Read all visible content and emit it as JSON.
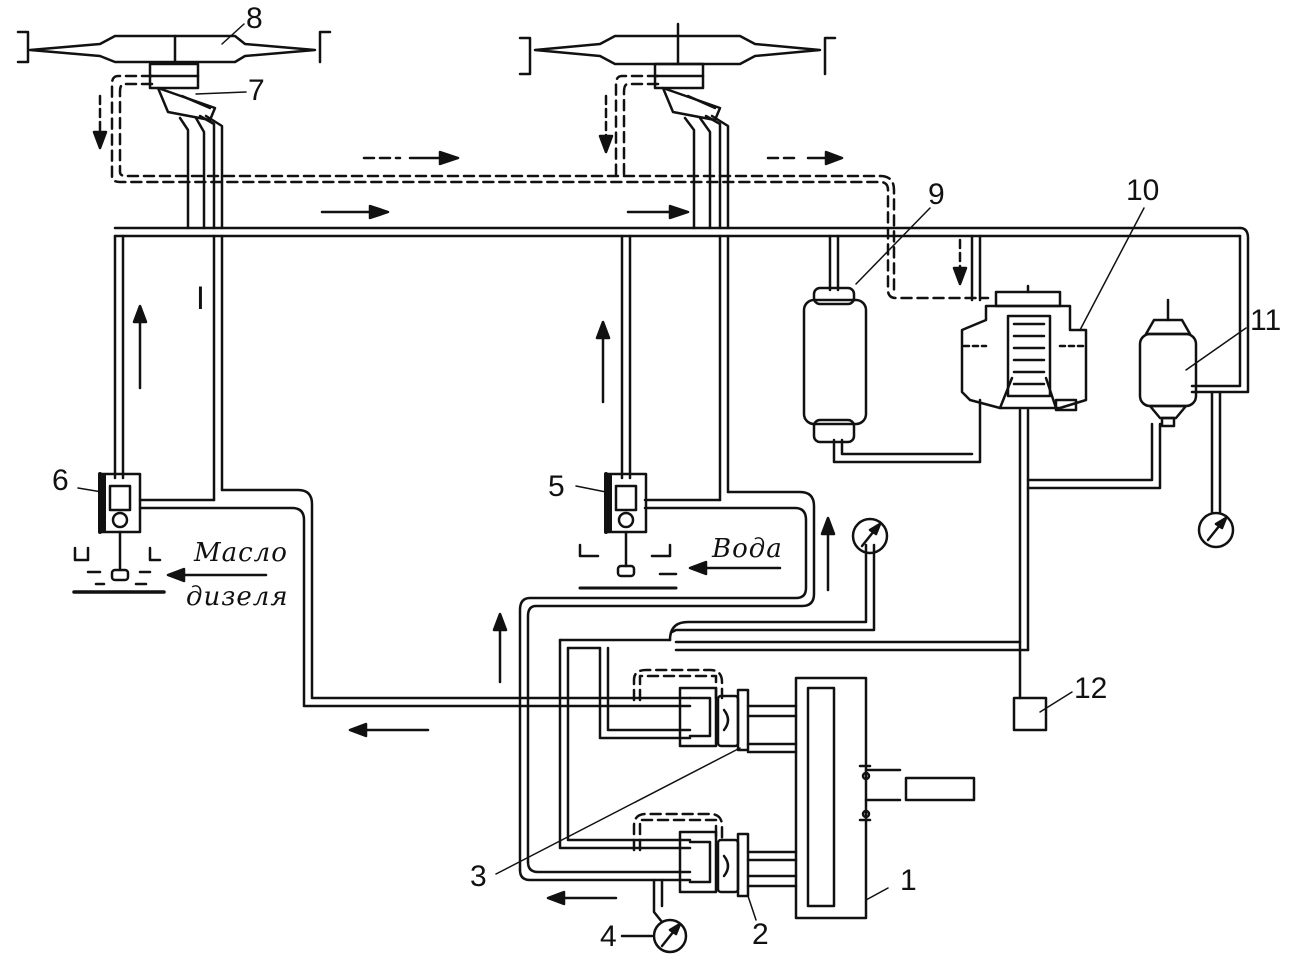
{
  "callouts": {
    "n1": "1",
    "n2": "2",
    "n3": "3",
    "n4": "4",
    "n5": "5",
    "n6": "6",
    "n7": "7",
    "n8": "8",
    "n9": "9",
    "n10": "10",
    "n11": "11",
    "n12": "12",
    "roman": "I"
  },
  "media": {
    "oil_line1": "Масло",
    "oil_line2": "дизеля",
    "water": "Вода"
  },
  "colors": {
    "ink": "#111111",
    "background": "#ffffff"
  }
}
